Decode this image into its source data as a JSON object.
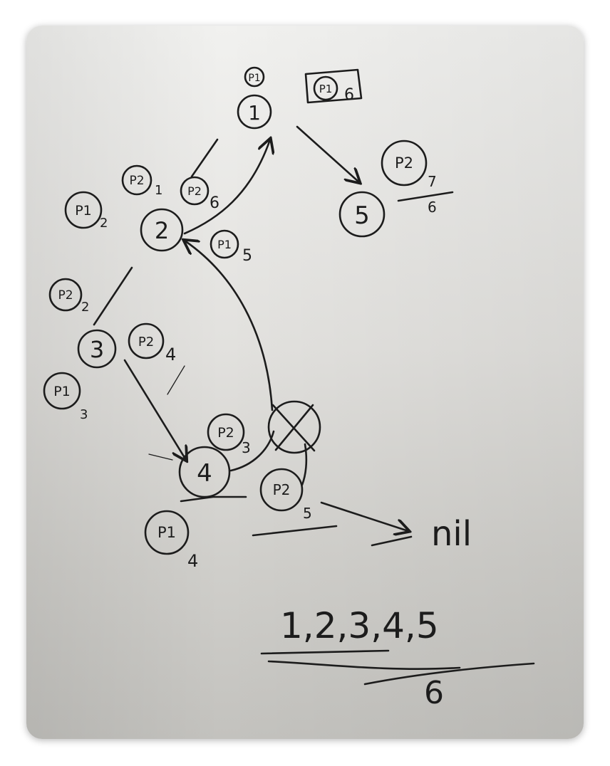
{
  "colors": {
    "ink": "#1c1c1c",
    "paper_light": "#f1f1ef",
    "paper_mid": "#d9d8d4",
    "paper_dark": "#b7b6b2"
  },
  "nodes": [
    {
      "id": "n1",
      "label": "1"
    },
    {
      "id": "n2",
      "label": "2"
    },
    {
      "id": "n3",
      "label": "3"
    },
    {
      "id": "n4",
      "label": "4"
    },
    {
      "id": "n5",
      "label": "5"
    },
    {
      "id": "n6",
      "label": "X"
    }
  ],
  "tags": [
    {
      "id": "t1",
      "pointer": "P1",
      "num": ""
    },
    {
      "id": "t2",
      "pointer": "P1",
      "num": "6"
    },
    {
      "id": "t3",
      "pointer": "P2",
      "num": "1"
    },
    {
      "id": "t4",
      "pointer": "P2",
      "num": "6"
    },
    {
      "id": "t5",
      "pointer": "P1",
      "num": "2"
    },
    {
      "id": "t6",
      "pointer": "P1",
      "num": "5"
    },
    {
      "id": "t7",
      "pointer": "P2",
      "num": "2"
    },
    {
      "id": "t8",
      "pointer": "P2",
      "num": "4"
    },
    {
      "id": "t9",
      "pointer": "P1",
      "num": "3"
    },
    {
      "id": "t10",
      "pointer": "P2",
      "num": "3"
    },
    {
      "id": "t11",
      "pointer": "P2",
      "num": "5"
    },
    {
      "id": "t12",
      "pointer": "P1",
      "num": "4"
    },
    {
      "id": "t13",
      "pointer": "P2",
      "num": ""
    }
  ],
  "fraction_right": {
    "numerator": "7",
    "denominator": "6"
  },
  "nil_label": "nil",
  "sum": {
    "numerator": "1,2,3,4,5",
    "denominator": "6"
  }
}
